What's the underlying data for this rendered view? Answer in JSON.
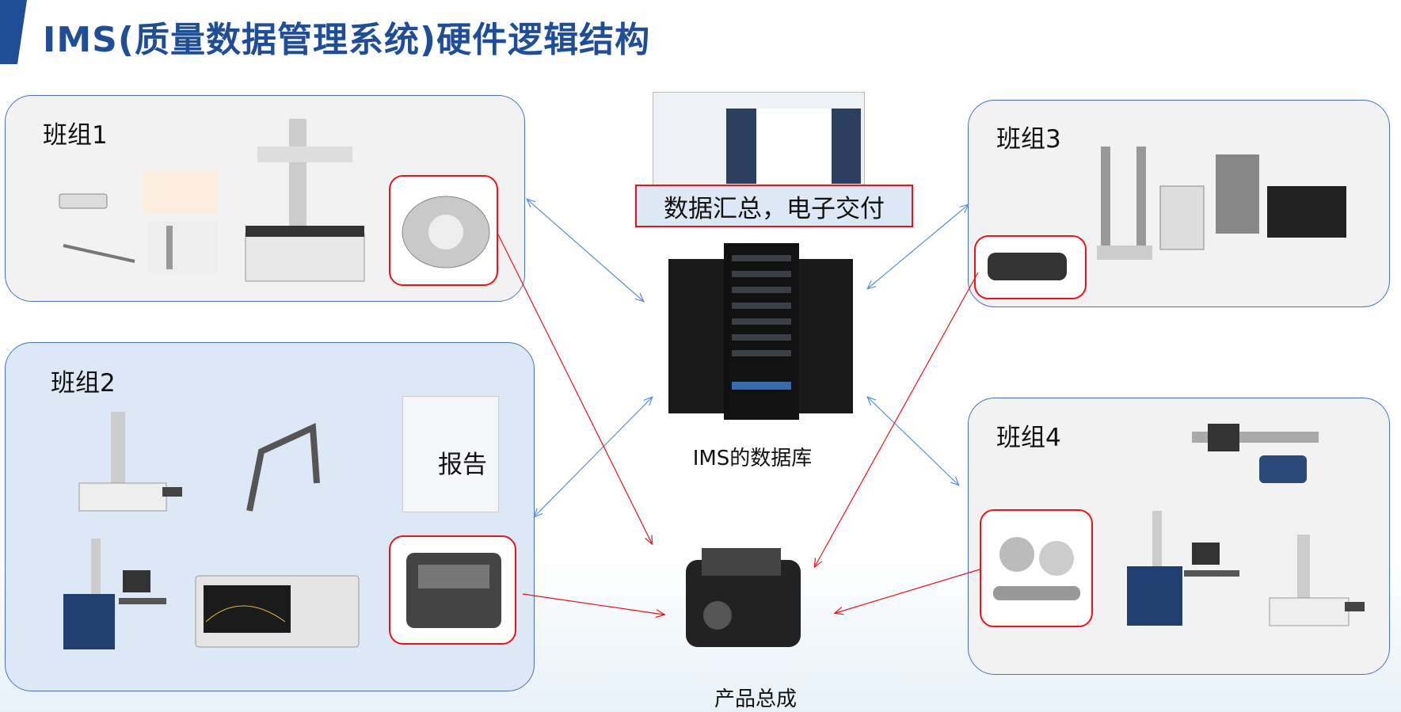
{
  "title": "IMS(质量数据管理系统)硬件逻辑结构",
  "groups": [
    {
      "label": "班组1"
    },
    {
      "label": "班组2"
    },
    {
      "label": "班组3"
    },
    {
      "label": "班组4"
    }
  ],
  "center": {
    "summary": "数据汇总，电子交付",
    "database": "IMS的数据库",
    "product": "产品总成"
  },
  "report_label": "报告",
  "colors": {
    "title": "#1f4e96",
    "border": "#4a72b8",
    "highlight": "#e8141b",
    "blue_arrow": "#5b8fd6",
    "red_arrow": "#e8141b"
  }
}
